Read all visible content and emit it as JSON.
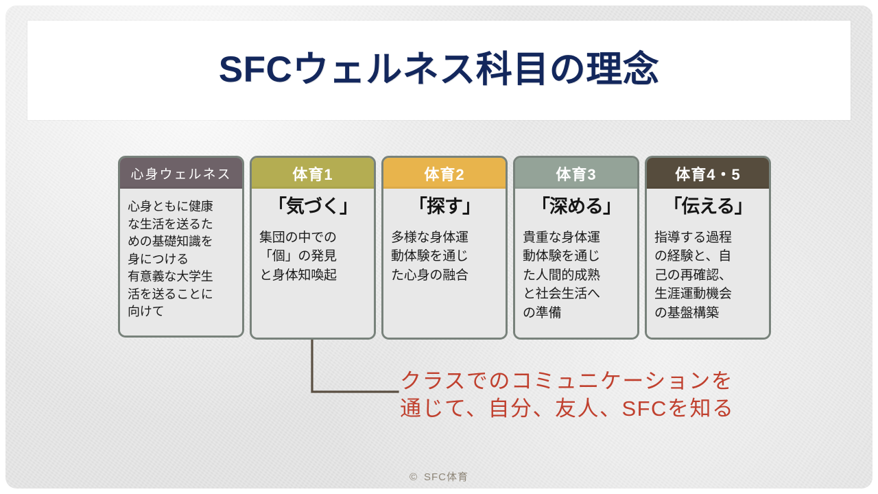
{
  "slide": {
    "title": "SFCウェルネス科目の理念",
    "background_color": "#e3e3e3",
    "title_color": "#13275c"
  },
  "cards": [
    {
      "header": "心身ウェルネス",
      "header_color": "#6e6268",
      "heading": "",
      "text": "心身ともに健康\nな生活を送るた\nめの基礎知識を\n身につける\n有意義な大学生\n活を送ることに\n向けて"
    },
    {
      "header": "体育1",
      "header_color": "#b4ad52",
      "heading": "「気づく」",
      "text": "集団の中での\n「個」の発見\nと身体知喚起"
    },
    {
      "header": "体育2",
      "header_color": "#e8b44c",
      "heading": "「探す」",
      "text": "多様な身体運\n動体験を通じ\nた心身の融合"
    },
    {
      "header": "体育3",
      "header_color": "#94a398",
      "heading": "「深める」",
      "text": "貴重な身体運\n動体験を通じ\nた人間的成熟\nと社会生活へ\nの準備"
    },
    {
      "header": "体育4・5",
      "header_color": "#564c3d",
      "heading": "「伝える」",
      "text": "指導する過程\nの経験と、自\n己の再確認、\n生涯運動機会\nの基盤構築"
    }
  ],
  "annotation": {
    "text": "クラスでのコミュニケーションを\n通じて、自分、友人、SFCを知る",
    "color": "#c0402e",
    "connector_color": "#5a4f42"
  },
  "footer": {
    "mark": "©",
    "label": "SFC体育"
  }
}
